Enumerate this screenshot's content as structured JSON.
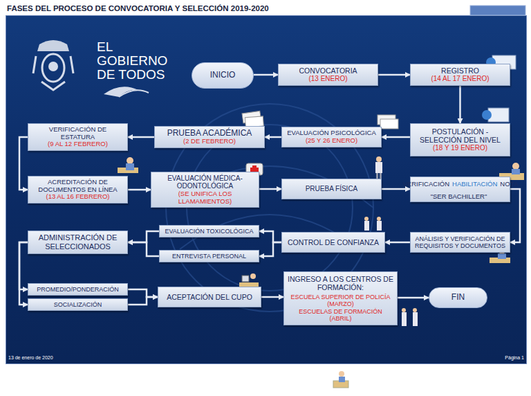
{
  "diagram": {
    "title": "FASES DEL PROCESO DE CONVOCATORIA Y SELECCIÓN 2019-2020",
    "nodes": [
      {
        "text": [
          "INICIO"
        ]
      },
      {
        "text": [
          "CONVOCATORIA",
          "(13 ENERO)"
        ]
      },
      {
        "text": [
          "REGISTRO",
          "(14 AL 17 ENERO)"
        ]
      },
      {
        "text": [
          "POSTULACIÓN - SELECCIÓN DEL NIVEL",
          "(18 Y 19 ENERO)"
        ]
      },
      {
        "text": [
          "EVALUACIÓN PSICOLÓGICA",
          "(25 Y 26 ENERO)"
        ]
      },
      {
        "text": [
          "PRUEBA ACADÉMICA",
          "(2 DE FEBRERO)"
        ]
      },
      {
        "text": [
          "VERIFICACIÓN DE ESTATURA",
          "(9 AL 12 FEBRERO)"
        ]
      },
      {
        "text": [
          "ACREDITACIÓN DE DOCUMENTOS EN LÍNEA",
          "(13 AL 16 FEBRERO)"
        ]
      },
      {
        "text": [
          "EVALUACIÓN MÉDICA-ODONTOLÓGICA",
          "(SE UNIFICA LOS LLAMAMIENTOS)"
        ]
      },
      {
        "text": [
          "PRUEBA FÍSICA"
        ]
      },
      {
        "text": [
          "VERIFICACIÓN",
          "HABILITACIÓN",
          "NOTA \"SER BACHILLER\""
        ]
      },
      {
        "text": [
          "ANÁLISIS Y VERIFICACIÓN DE REQUISITOS Y DOCUMENTOS"
        ]
      },
      {
        "text": [
          "CONTROL DE CONFIANZA"
        ]
      },
      {
        "text": [
          "EVALUACIÓN TOXICOLÓGICA"
        ]
      },
      {
        "text": [
          "ENTREVISTA PERSONAL"
        ]
      },
      {
        "text": [
          "ADMINISTRACIÓN DE SELECCIONADOS"
        ]
      },
      {
        "text": [
          "PROMEDIO/PONDERACIÓN"
        ]
      },
      {
        "text": [
          "SOCIALIZACIÓN"
        ]
      },
      {
        "text": [
          "ACEPTACIÓN DEL CUPO"
        ]
      },
      {
        "text": [
          "INGRESO A LOS CENTROS DE FORMACIÓN:",
          "ESCUELA SUPERIOR DE POLICÍA (MARZO)",
          "ESCUELAS DE FORMACIÓN (ABRIL)"
        ]
      },
      {
        "text": [
          "FIN"
        ]
      }
    ],
    "edges": [
      {
        "from": 0,
        "to": 1,
        "arrow": "to"
      },
      {
        "from": 1,
        "to": 2,
        "arrow": "to"
      },
      {
        "from": 2,
        "to": 3,
        "arrow": "to"
      },
      {
        "from": 3,
        "to": 4,
        "arrow": "to"
      },
      {
        "from": 4,
        "to": 5,
        "arrow": "to"
      },
      {
        "from": 5,
        "to": 6,
        "arrow": "to"
      },
      {
        "from": 6,
        "to": 7,
        "arrow": "to"
      },
      {
        "from": 7,
        "to": 8,
        "arrow": "to"
      },
      {
        "from": 8,
        "to": 9,
        "arrow": "to"
      },
      {
        "from": 9,
        "to": 10,
        "arrow": "to"
      },
      {
        "from": 10,
        "to": 11,
        "arrow": "to"
      },
      {
        "from": 11,
        "to": 12,
        "arrow": "to"
      },
      {
        "from": 12,
        "to": 13,
        "arrow": "to"
      },
      {
        "from": 12,
        "to": 14,
        "arrow": "to"
      },
      {
        "from": 13,
        "to": 15,
        "arrow": "to"
      },
      {
        "from": 14,
        "to": 15,
        "arrow": "to"
      },
      {
        "from": 15,
        "to": 16,
        "arrow": "to"
      },
      {
        "from": 15,
        "to": 17,
        "arrow": "to"
      },
      {
        "from": 16,
        "to": 18,
        "arrow": "to"
      },
      {
        "from": 17,
        "to": 18,
        "arrow": "to"
      },
      {
        "from": 18,
        "to": 19,
        "arrow": "to"
      },
      {
        "from": 19,
        "to": 20,
        "arrow": "to"
      }
    ],
    "labels": [
      "EL GOBIERNO DE TODOS",
      "13 de enero de 2020",
      "Página 1"
    ]
  }
}
